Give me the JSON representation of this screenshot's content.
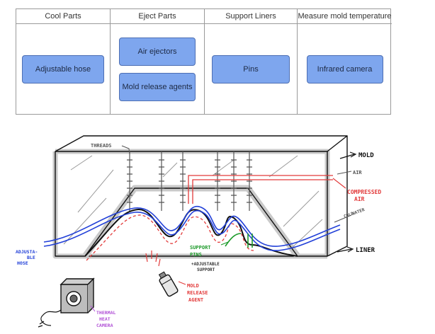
{
  "table": {
    "columns": [
      {
        "header": "Cool Parts",
        "items": [
          "Adjustable hose"
        ]
      },
      {
        "header": "Eject Parts",
        "items": [
          "Air ejectors",
          "Mold release agents"
        ]
      },
      {
        "header": "Support Liners",
        "items": [
          "Pins"
        ]
      },
      {
        "header": "Measure mold temperature",
        "items": [
          "Infrared camera"
        ]
      }
    ]
  },
  "sketch": {
    "labels": {
      "threads": "THREADS",
      "mold": "MOLD",
      "air": "AIR",
      "compressed_line1": "COMPRESSED",
      "compressed_line2": "AIR",
      "cold_water_line1": "COLD",
      "cold_water_line2": "WATER",
      "liner": "LINER",
      "hose_line1": "ADJUSTA-",
      "hose_line2": "BLE",
      "hose_line3": "HOSE",
      "support_pins_line1": "SUPPORT",
      "support_pins_line2": "PINS",
      "adj_support_line1": "+ADJUSTABLE",
      "adj_support_line2": "SUPPORT",
      "release_line1": "MOLD",
      "release_line2": "RELEASE",
      "release_line3": "AGENT",
      "camera_line1": "THERMAL",
      "camera_line2": "HEAT",
      "camera_line3": "CAMERA"
    },
    "colors": {
      "ink": "#111111",
      "frame": "#c9c9c9",
      "blue": "#2240d8",
      "red": "#e23b3b",
      "green": "#1d9a2a",
      "purple": "#b04fd6"
    }
  }
}
